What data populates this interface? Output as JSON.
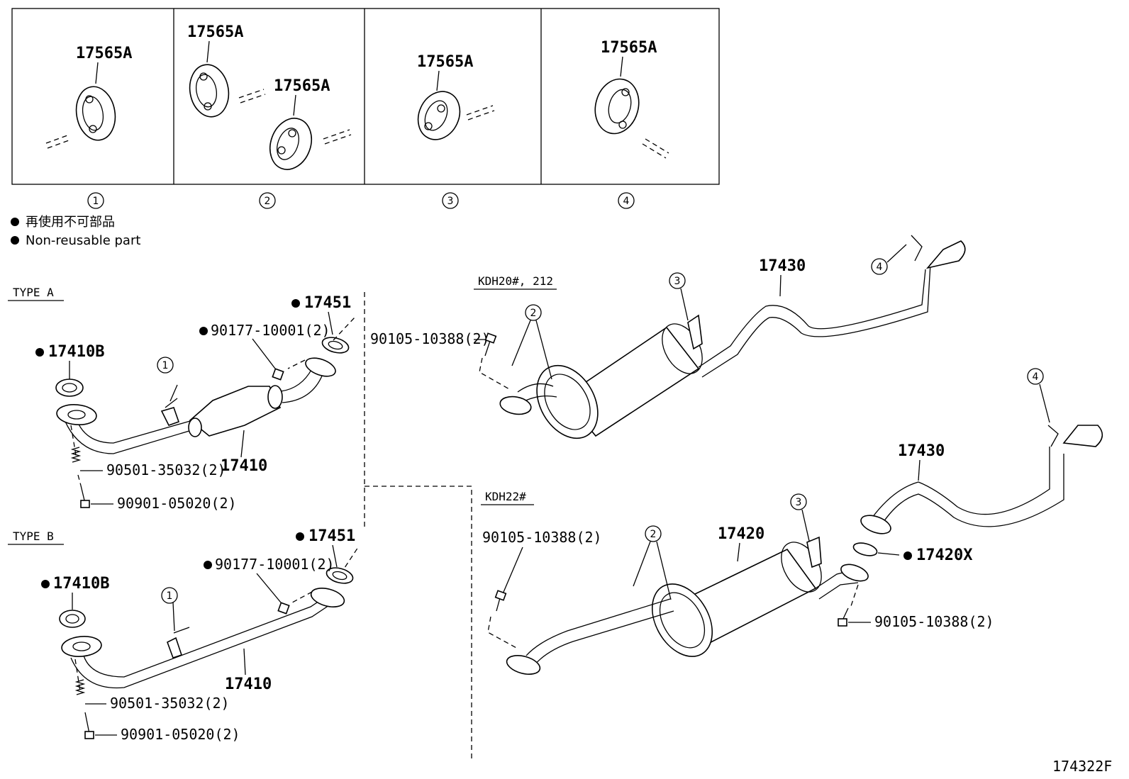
{
  "legend": {
    "line_jp": "再使用不可部品",
    "line_en": "Non-reusable part"
  },
  "panels": [
    {
      "index": "1",
      "labels": [
        "17565A"
      ]
    },
    {
      "index": "2",
      "labels": [
        "17565A",
        "17565A"
      ]
    },
    {
      "index": "3",
      "labels": [
        "17565A"
      ]
    },
    {
      "index": "4",
      "labels": [
        "17565A"
      ]
    }
  ],
  "type_a": {
    "title": "TYPE A",
    "gasket_front": "17410B",
    "gasket_rear": "17451",
    "nut": "90177-10001(2)",
    "pipe": "17410",
    "spring": "90501-35032(2)",
    "bolt": "90901-05020(2)",
    "hanger_ref": "1"
  },
  "type_b": {
    "title": "TYPE B",
    "gasket_front": "17410B",
    "gasket_rear": "17451",
    "nut": "90177-10001(2)",
    "pipe": "17410",
    "spring": "90501-35032(2)",
    "bolt": "90901-05020(2)",
    "hanger_ref": "1"
  },
  "kdh20": {
    "title": "KDH20#, 212",
    "bolt": "90105-10388(2)",
    "tail_pipe": "17430",
    "hanger_2": "2",
    "hanger_3": "3",
    "hanger_4": "4"
  },
  "kdh22": {
    "title": "KDH22#",
    "bolt_front": "90105-10388(2)",
    "muffler": "17420",
    "gasket": "17420X",
    "tail_pipe": "17430",
    "bolt_rear": "90105-10388(2)",
    "hanger_2": "2",
    "hanger_3": "3",
    "hanger_4": "4"
  },
  "figure_code": "174322F"
}
